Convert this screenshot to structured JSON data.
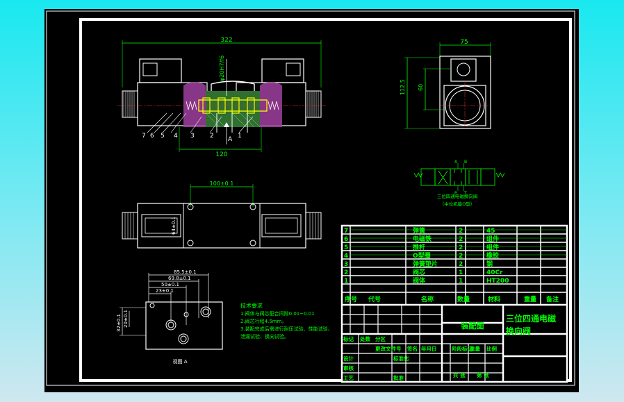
{
  "colors": {
    "background": "#000000",
    "frame": "#ffffff",
    "drawing": "#ffffff",
    "dimension": "#00ff00",
    "text": "#00ff00",
    "hatch": "#a040a0",
    "spool": "#ffff00",
    "center": "#ff3030",
    "fill_gray": "#505050"
  },
  "front_view": {
    "dim_top": "322",
    "dim_vertical": "φ20H7/f6",
    "dim_bottom": "120",
    "section_label": "A",
    "part_numbers": [
      "7",
      "6",
      "5",
      "4",
      "3",
      "2",
      "1"
    ]
  },
  "side_view": {
    "dim_width": "75",
    "dim_height": "112.5",
    "dim_inner": "60"
  },
  "top_view": {
    "dim_top": "100±0.1",
    "dim_side": "64±0.1"
  },
  "port_view": {
    "dim_1": "85.5±0.1",
    "dim_2": "69.8±0.1",
    "dim_3": "50±0.1",
    "dim_4": "23±0.1",
    "dim_5": "32±0.1",
    "dim_6": "20±0.1",
    "caption": "视图 A"
  },
  "tech_req": {
    "title": "技术要求",
    "lines": [
      "1.阀体与阀芯配合间隙0.01~0.01",
      "2.阀芯行程4.5mm。",
      "3.装配完成后需进行耐压试验、性能试验、",
      "  泄漏试验、换向试验。"
    ]
  },
  "symbol": {
    "ports_top": [
      "A",
      "B"
    ],
    "ports_bottom": [
      "P",
      "T"
    ],
    "caption_1": "三位四通电磁换向阀",
    "caption_2": "（中位机能O型）"
  },
  "bom": {
    "rows": [
      {
        "no": "7",
        "name": "弹簧",
        "qty": "2",
        "material": "45"
      },
      {
        "no": "6",
        "name": "电磁铁",
        "qty": "2",
        "material": "组件"
      },
      {
        "no": "5",
        "name": "推杆",
        "qty": "2",
        "material": "组件"
      },
      {
        "no": "4",
        "name": "O型圈",
        "qty": "2",
        "material": "橡胶"
      },
      {
        "no": "3",
        "name": "弹簧垫片",
        "qty": "2",
        "material": "钢"
      },
      {
        "no": "2",
        "name": "阀芯",
        "qty": "1",
        "material": "40Cr"
      },
      {
        "no": "1",
        "name": "阀体",
        "qty": "1",
        "material": "HT200"
      }
    ],
    "header": {
      "no": "序号",
      "code": "代号",
      "name": "名称",
      "qty": "数量",
      "material": "材料",
      "weight": "重量",
      "note": "备注"
    }
  },
  "title_block": {
    "drawing_type": "装配图",
    "title_1": "三位四通电磁",
    "title_2": "换向阀",
    "labels": [
      "标记",
      "处数",
      "分区",
      "更改文件号",
      "签名",
      "年月日"
    ],
    "design": "设计",
    "std": "标准化",
    "stage": "阶段标记",
    "weight": "重量",
    "scale": "比例",
    "review": "审核",
    "process": "工艺",
    "approve": "批准",
    "sheets_total": "共 张",
    "sheet_no": "第 张"
  }
}
